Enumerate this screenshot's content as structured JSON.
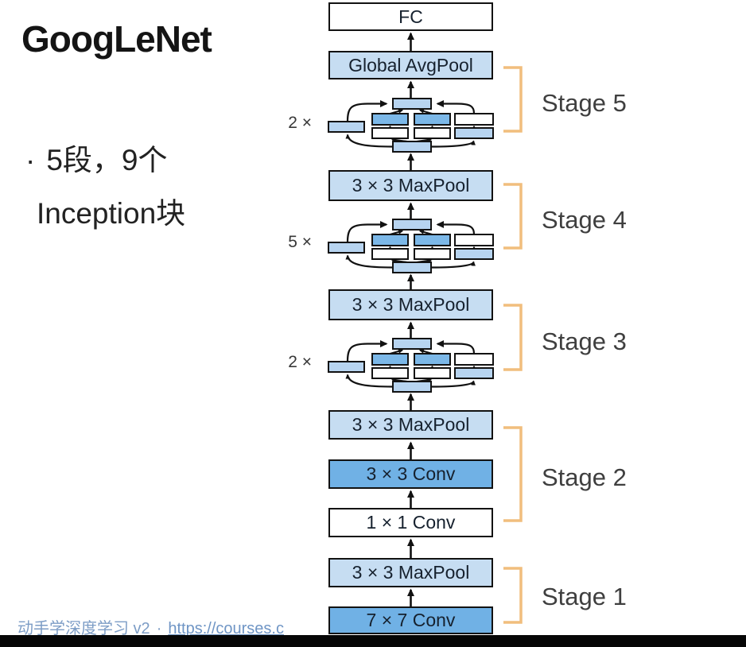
{
  "title": "GoogLeNet",
  "bullet": {
    "marker": "·",
    "line1": "5段，9个",
    "line2": "Inception块"
  },
  "diagram": {
    "layers": [
      {
        "label": "FC",
        "type": "white"
      },
      {
        "label": "Global AvgPool",
        "type": "light"
      },
      {
        "label": "3 × 3 MaxPool",
        "type": "light"
      },
      {
        "label": "3 × 3 MaxPool",
        "type": "light"
      },
      {
        "label": "3 × 3 MaxPool",
        "type": "light"
      },
      {
        "label": "3 × 3 Conv",
        "type": "medium"
      },
      {
        "label": "1 × 1 Conv",
        "type": "white"
      },
      {
        "label": "3 × 3 MaxPool",
        "type": "light"
      },
      {
        "label": "7 × 7 Conv",
        "type": "medium"
      }
    ],
    "inception_blocks": [
      {
        "multiplier": "2 ×"
      },
      {
        "multiplier": "5 ×"
      },
      {
        "multiplier": "2 ×"
      }
    ],
    "stages": [
      {
        "label": "Stage 5"
      },
      {
        "label": "Stage 4"
      },
      {
        "label": "Stage 3"
      },
      {
        "label": "Stage 2"
      },
      {
        "label": "Stage 1"
      }
    ]
  },
  "footer": {
    "course": "动手学深度学习 v2",
    "separator": "·",
    "link": "https://courses.c"
  },
  "colors": {
    "light_blue": "#C6DDF2",
    "medium_blue": "#70B1E5",
    "inception_conv_blue": "#7CB8E8",
    "small_light_blue": "#B7D4F0",
    "bracket_orange": "#F1BE7D",
    "stage_text": "#3F3F3F",
    "footer_blue": "#7D9DC6"
  }
}
